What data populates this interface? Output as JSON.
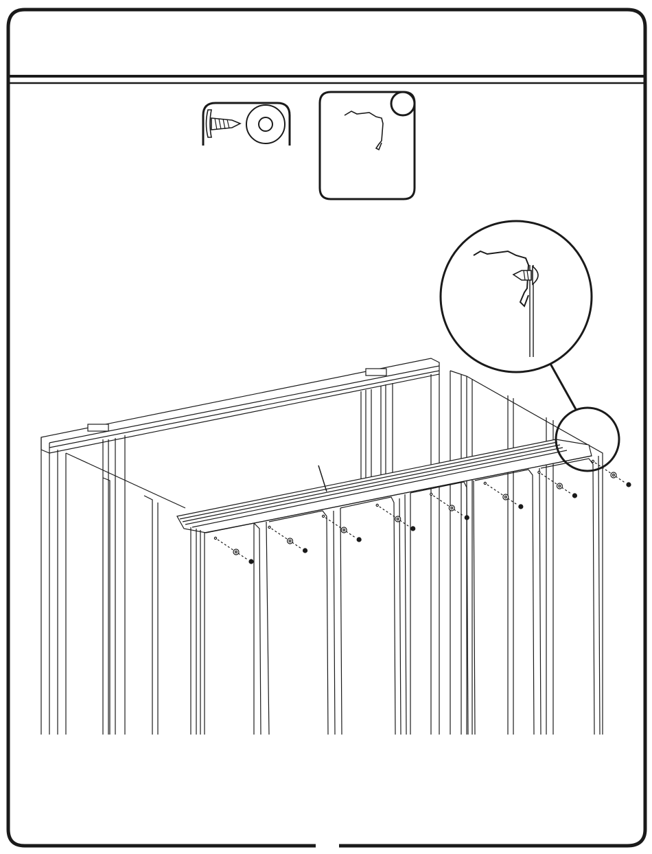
{
  "page": {
    "ink_color": "#1a1a1a",
    "background_color": "#ffffff",
    "header_text": ""
  },
  "parts": [
    {
      "name": "screw-and-washer",
      "icon": "screw-washer-icon"
    },
    {
      "name": "roof-channel",
      "icon": "roof-channel-icon",
      "badge": ""
    }
  ],
  "detail": {
    "icon": "magnifier-detail-icon"
  },
  "assembly": {
    "visible_fastener_count": 8
  }
}
